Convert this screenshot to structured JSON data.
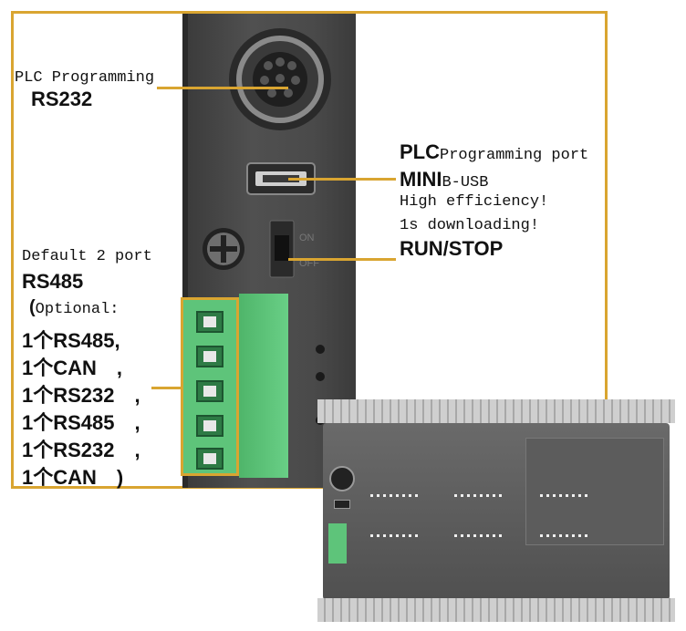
{
  "labels": {
    "plc_programming": "PLC Programming",
    "rs232": "RS232",
    "plc": "PLC",
    "programming_port": "Programming port",
    "mini": "MINI",
    "b_usb": "B-USB",
    "high_efficiency": "High efficiency!",
    "downloading": "1s downloading!",
    "run_stop": "RUN/STOP",
    "default_port": "Default 2 port",
    "rs485": "RS485",
    "optional_paren": "(",
    "optional": "Optional:",
    "options": [
      "1个RS485,",
      "1个CAN　,",
      "1个RS232　,",
      "1个RS485　,",
      "1个RS232　,",
      "1个CAN　)"
    ]
  },
  "colors": {
    "frame": "#d9a531",
    "panel": "#4a4a4a",
    "terminal": "#5ec47a"
  },
  "icons": {
    "mini_din_port": "mini-din-8-pin-connector",
    "usb_port": "mini-usb-connector",
    "switch": "run-stop-toggle-switch",
    "screw": "phillips-screw"
  }
}
